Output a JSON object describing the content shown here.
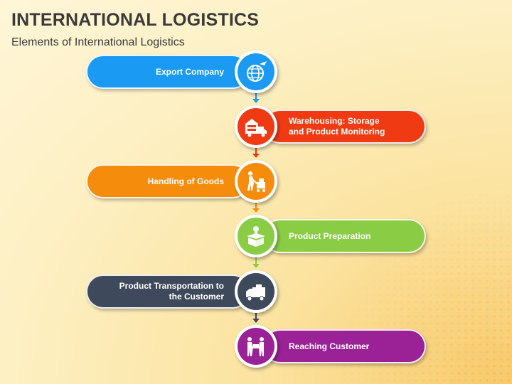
{
  "header": {
    "title": "INTERNATIONAL LOGISTICS",
    "subtitle": "Elements of International Logistics"
  },
  "steps": [
    {
      "label": "Export Company",
      "color": "#1a9af3",
      "icon": "globe-plane-icon"
    },
    {
      "label": "Warehousing: Storage and Product Monitoring",
      "color": "#ef3a13",
      "icon": "warehouse-truck-icon"
    },
    {
      "label": "Handling of Goods",
      "color": "#f68c0c",
      "icon": "worker-cart-icon"
    },
    {
      "label": "Product Preparation",
      "color": "#8bcc45",
      "icon": "box-idea-icon"
    },
    {
      "label": "Product Transportation to the Customer",
      "color": "#3e4a5c",
      "icon": "delivery-truck-icon"
    },
    {
      "label": "Reaching Customer",
      "color": "#9a2196",
      "icon": "handover-icon"
    }
  ]
}
